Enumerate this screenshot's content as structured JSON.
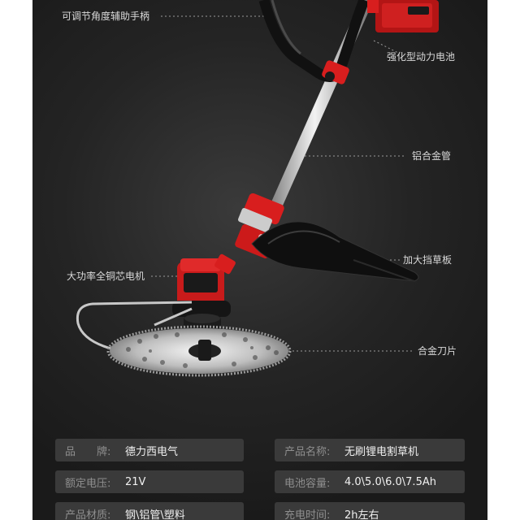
{
  "callouts": {
    "handle": "可调节角度辅助手柄",
    "battery": "强化型动力电池",
    "tube": "铝合金管",
    "motor": "大功率全铜芯电机",
    "guard": "加大挡草板",
    "blade": "合金刀片"
  },
  "specs": [
    {
      "key": "品　　牌:",
      "value": "德力西电气"
    },
    {
      "key": "产品名称:",
      "value": "无刷锂电割草机"
    },
    {
      "key": "额定电压:",
      "value": "21V"
    },
    {
      "key": "电池容量:",
      "value": "4.0\\5.0\\6.0\\7.5Ah"
    },
    {
      "key": "产品材质:",
      "value": "钢\\铝管\\塑料"
    },
    {
      "key": "充电时间:",
      "value": "2h左右"
    }
  ],
  "colors": {
    "background": "#242424",
    "accent_red": "#d81e1e",
    "callout_text": "#d9d9d9",
    "spec_cell": "#3a3a3a"
  }
}
